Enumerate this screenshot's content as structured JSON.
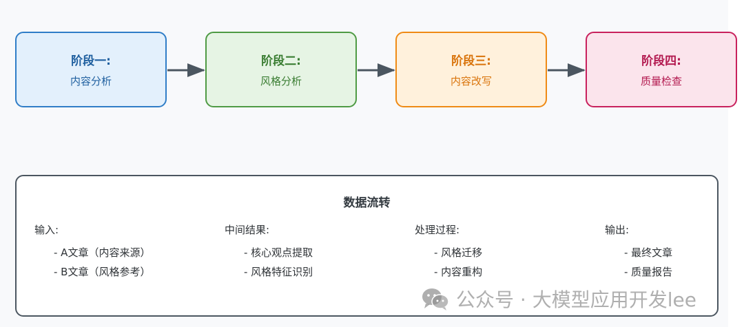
{
  "stages": [
    {
      "title": "阶段一:",
      "subtitle": "内容分析"
    },
    {
      "title": "阶段二:",
      "subtitle": "风格分析"
    },
    {
      "title": "阶段三:",
      "subtitle": "内容改写"
    },
    {
      "title": "阶段四:",
      "subtitle": "质量检查"
    }
  ],
  "colors": {
    "stage1": "#2f7dc7",
    "stage2": "#4e9a43",
    "stage3": "#ef8a14",
    "stage4": "#c8205c",
    "arrow": "#4b5660",
    "flow_border": "#4b5660"
  },
  "flow": {
    "title": "数据流转",
    "columns": [
      {
        "heading": "输入:",
        "items": [
          "- A文章（内容来源）",
          "- B文章（风格参考）"
        ]
      },
      {
        "heading": "中间结果:",
        "items": [
          "- 核心观点提取",
          "- 风格特征识别"
        ]
      },
      {
        "heading": "处理过程:",
        "items": [
          "- 风格迁移",
          "- 内容重构"
        ]
      },
      {
        "heading": "输出:",
        "items": [
          "- 最终文章",
          "- 质量报告"
        ]
      }
    ]
  },
  "watermark": {
    "text": "公众号 · 大模型应用开发lee",
    "icon": "wechat-icon"
  }
}
